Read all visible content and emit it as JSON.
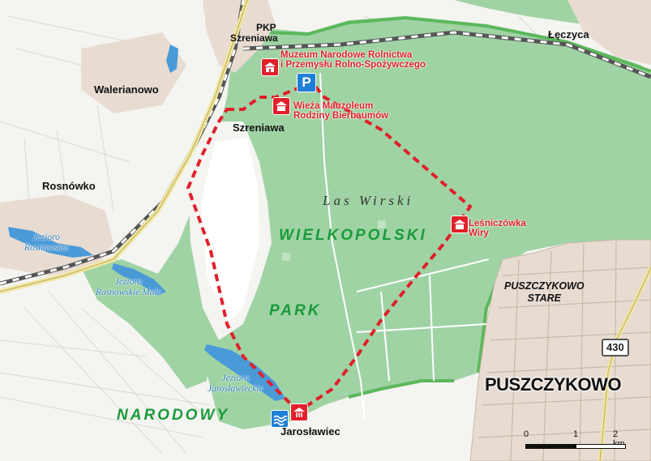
{
  "map": {
    "towns": {
      "pkp_szreniawa": {
        "line1": "PKP",
        "line2": "Szreniawa"
      },
      "leczyca": "Łęczyca",
      "walerianowo": "Walerianowo",
      "szreniawa": "Szreniawa",
      "rosnowko": "Rosnówko",
      "jaroslawiec": "Jarosławiec",
      "puszczykowo": "PUSZCZYKOWO",
      "puszczykowo_stare": {
        "line1": "PUSZCZYKOWO",
        "line2": "STARE"
      }
    },
    "poi": {
      "muzeum": {
        "line1": "Muzeum Narodowe Rolnictwa",
        "line2": "i Przemysłu Rolno-Spożywczego"
      },
      "wieza": {
        "line1": "Wieża Mauzoleum",
        "line2": "Rodziny Bierbaumów"
      },
      "lesniczowka": {
        "line1": "Leśniczówka",
        "line2": "Wiry"
      }
    },
    "lakes": {
      "rosnowskie": {
        "line1": "Jezioro",
        "line2": "Rosnowskie"
      },
      "rosnowskie_male": {
        "line1": "Jezioro",
        "line2": "Rosnowskie Małe"
      },
      "jaroslawieckie": {
        "line1": "Jezioro",
        "line2": "Jarosławieckie"
      }
    },
    "forest": "Las Wirski",
    "park_words": [
      "WIELKOPOLSKI",
      "PARK",
      "NARODOWY"
    ],
    "road_number": "430",
    "parking_symbol": "P",
    "scale": {
      "labels": [
        "0",
        "1",
        "2 km"
      ]
    },
    "colors": {
      "forest": "#9fd3a4",
      "forest_dark": "#8cc994",
      "park_border": "#5cb85c",
      "trail": "#e0202a",
      "water": "#4a9ad8",
      "built_up": "#e8dcd2",
      "rail": "#555555",
      "road": "#f2e7a0"
    }
  }
}
